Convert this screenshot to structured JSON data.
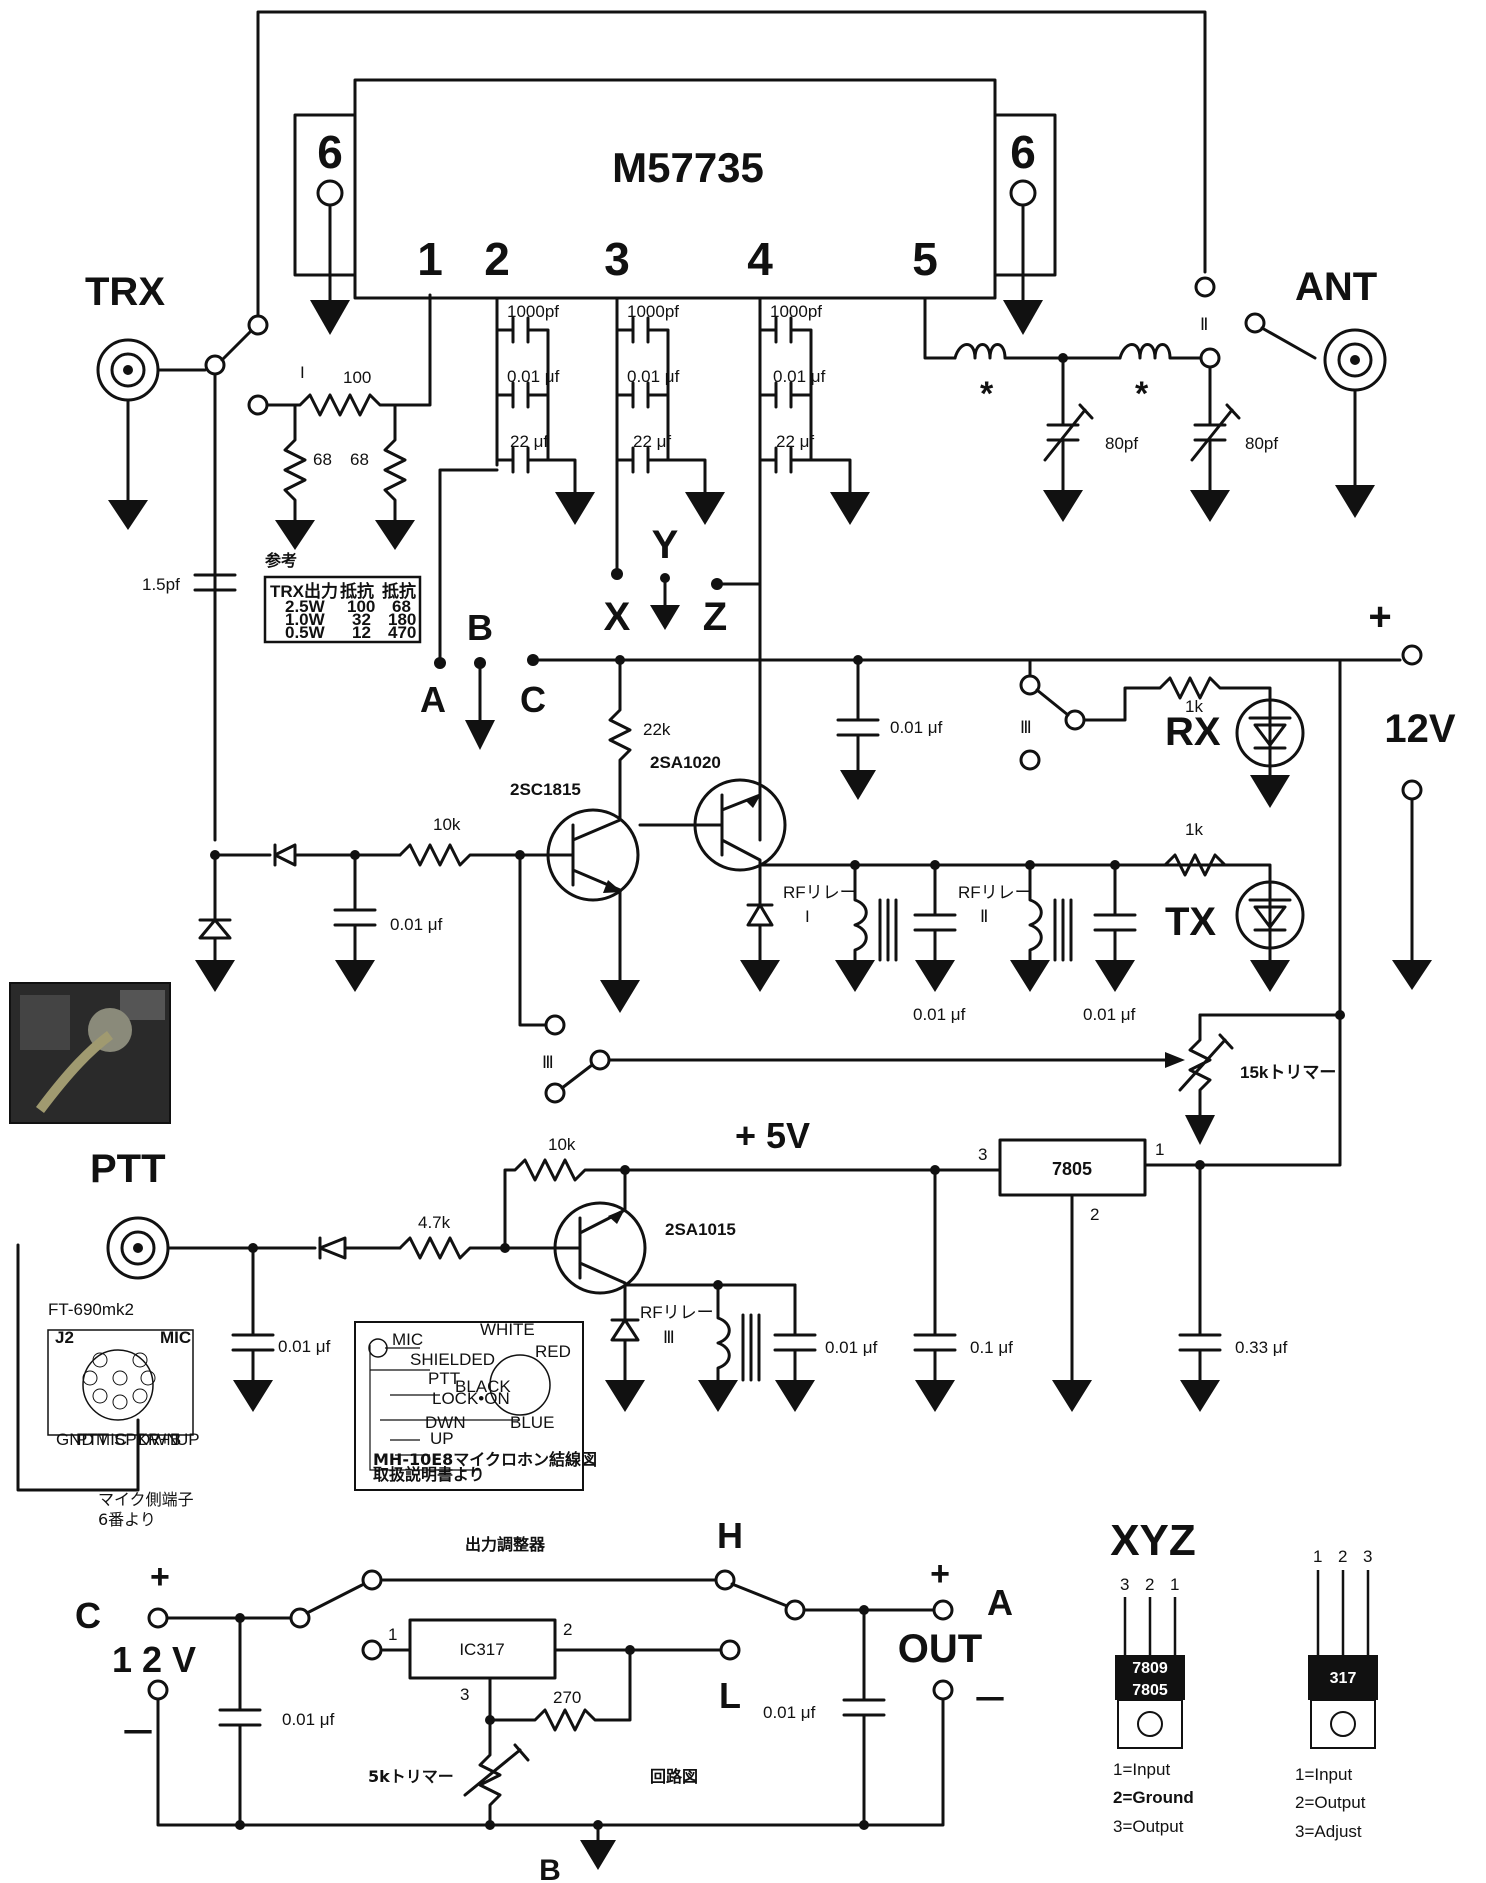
{
  "labels": {
    "ic_main": "M57735",
    "pin6": "6",
    "pin1": "1",
    "pin2": "2",
    "pin3": "3",
    "pin4": "4",
    "pin5": "5",
    "trx": "TRX",
    "ant": "ANT",
    "sw_i": "I",
    "sw_ii": "Ⅱ",
    "sw_iii": "Ⅲ",
    "r100": "100",
    "r68a": "68",
    "r68b": "68",
    "c1000a": "1000pf",
    "c1000b": "1000pf",
    "c1000c": "1000pf",
    "c001a": "0.01 μf",
    "c001b": "0.01 μf",
    "c001c": "0.01 μf",
    "c22a": "22 μf",
    "c22b": "22 μf",
    "c22c": "22 μf",
    "star": "*",
    "c80a": "80pf",
    "c80b": "80pf",
    "c15": "1.5pf",
    "x": "X",
    "y": "Y",
    "z": "Z",
    "a": "A",
    "b": "B",
    "c": "C",
    "plus": "+",
    "v12": "12V",
    "r22k": "22k",
    "c001_mid": "0.01 μf",
    "r1k_rx": "1k",
    "rx": "RX",
    "q1": "2SC1815",
    "q2": "2SA1020",
    "r10k": "10k",
    "c001_left": "0.01 μf",
    "rf_relay": "RFリレー",
    "r1k_tx": "1k",
    "tx": "TX",
    "c001_r1": "0.01 μf",
    "c001_r2": "0.01 μf",
    "trimmer15k": "15kトリマー",
    "ptt": "PTT",
    "v5": "+ 5V",
    "reg7805": "7805",
    "reg_p1": "1",
    "reg_p2": "2",
    "reg_p3": "3",
    "r10k_b": "10k",
    "r47k": "4.7k",
    "q3": "2SA1015",
    "c001_ptt": "0.01 μf",
    "c001_q3": "0.01 μf",
    "c01": "0.1 μf",
    "c033": "0.33 μf",
    "ft690": "FT-690mk2",
    "ft_j2": "J2",
    "ft_mic": "MIC",
    "ft_pins": [
      "GND",
      "PTT",
      "MIC",
      "SPKR",
      "DWN",
      "+B",
      "UP"
    ],
    "mic_side_1": "マイク側端子",
    "mic_side_2": "6番より",
    "mh_title_1": "MH-10E8マイクロホン結線図",
    "mh_title_2": "取扱説明書より",
    "mh_labels": [
      "MIC",
      "SHIELDED",
      "PTT",
      "BLACK",
      "LOCK•ON",
      "DWN",
      "UP",
      "WHITE",
      "RED",
      "BLUE"
    ],
    "ref_title": "参考",
    "ref_header": [
      "TRX出力",
      "抵抗",
      "抵抗"
    ],
    "ref_rows": [
      [
        "2.5W",
        "100",
        "68"
      ],
      [
        "1.0W",
        "32",
        "180"
      ],
      [
        "0.5W",
        "12",
        "470"
      ]
    ],
    "out_adj_title": "出力調整器",
    "h": "H",
    "l": "L",
    "ic317": "IC317",
    "ic317_p1": "1",
    "ic317_p2": "2",
    "ic317_p3": "3",
    "r270": "270",
    "trim5k": "5kトリマー",
    "schematic": "回路図",
    "c_bot": "C",
    "v12_bot": "1 2 V",
    "out": "OUT",
    "a_bot": "A",
    "b_bot": "B",
    "c001_bl": "0.01 μf",
    "c001_br": "0.01 μf",
    "minus": "－",
    "xyz": "XYZ",
    "reg_a": "7809",
    "reg_b": "7805",
    "reg_317": "317",
    "pin_nums_l": [
      "3",
      "2",
      "1"
    ],
    "pin_nums_r": [
      "1",
      "2",
      "3"
    ],
    "xyz_legend": [
      "1=Input",
      "2=Ground",
      "3=Output"
    ],
    "adj_legend": [
      "1=Input",
      "2=Output",
      "3=Adjust"
    ]
  },
  "colors": {
    "ink": "#111111",
    "paper": "#ffffff",
    "photo": "#2a2a2a"
  },
  "photo_icon": "radio-connector-photo"
}
